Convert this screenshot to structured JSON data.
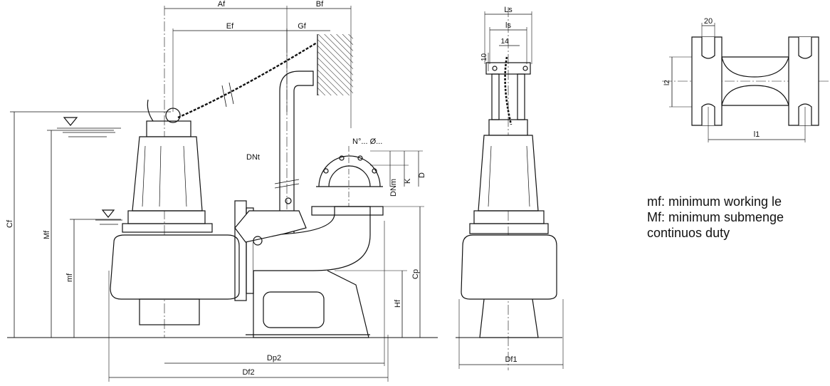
{
  "dimensions": {
    "Af": "Af",
    "Bf": "Bf",
    "Ef": "Ef",
    "Gf": "Gf",
    "Cf": "Cf",
    "Mf": "Mf",
    "mf": "mf",
    "Hf": "Hf",
    "Cp": "Cp",
    "Dp2": "Dp2",
    "Df2": "Df2",
    "Df1": "Df1",
    "DNt": "DNt",
    "DNm": "DNm",
    "K": "K",
    "D": "D",
    "N_hole": "N°... Ø...",
    "Ls": "Ls",
    "ls": "ls",
    "v14": "14",
    "v10": "10",
    "v20": "20",
    "l2": "l2",
    "l1": "l1"
  },
  "legend": {
    "line1": "mf: minimum working le",
    "line2": "Mf: minimum submenge",
    "line3": "continuos duty"
  }
}
